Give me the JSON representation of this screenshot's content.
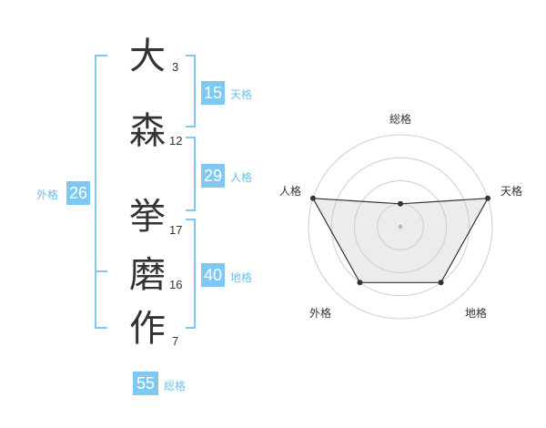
{
  "name": [
    {
      "char": "大",
      "strokes": "3"
    },
    {
      "char": "森",
      "strokes": "12"
    },
    {
      "char": "挙",
      "strokes": "17"
    },
    {
      "char": "磨",
      "strokes": "16"
    },
    {
      "char": "作",
      "strokes": "7"
    }
  ],
  "kakusu": {
    "tenkaku": {
      "value": "15",
      "label": "天格"
    },
    "jinkaku": {
      "value": "29",
      "label": "人格"
    },
    "chikaku": {
      "value": "40",
      "label": "地格"
    },
    "gaikaku": {
      "value": "26",
      "label": "外格"
    },
    "soukaku": {
      "value": "55",
      "label": "総格"
    }
  },
  "colors": {
    "accent": "#7ec8f2",
    "text": "#333333",
    "label": "#6cc0f0"
  },
  "chart_data": {
    "type": "radar",
    "axes": [
      "総格",
      "天格",
      "地格",
      "外格",
      "人格"
    ],
    "values": [
      1,
      4,
      3,
      3,
      4
    ],
    "rings": 4,
    "max": 4
  }
}
